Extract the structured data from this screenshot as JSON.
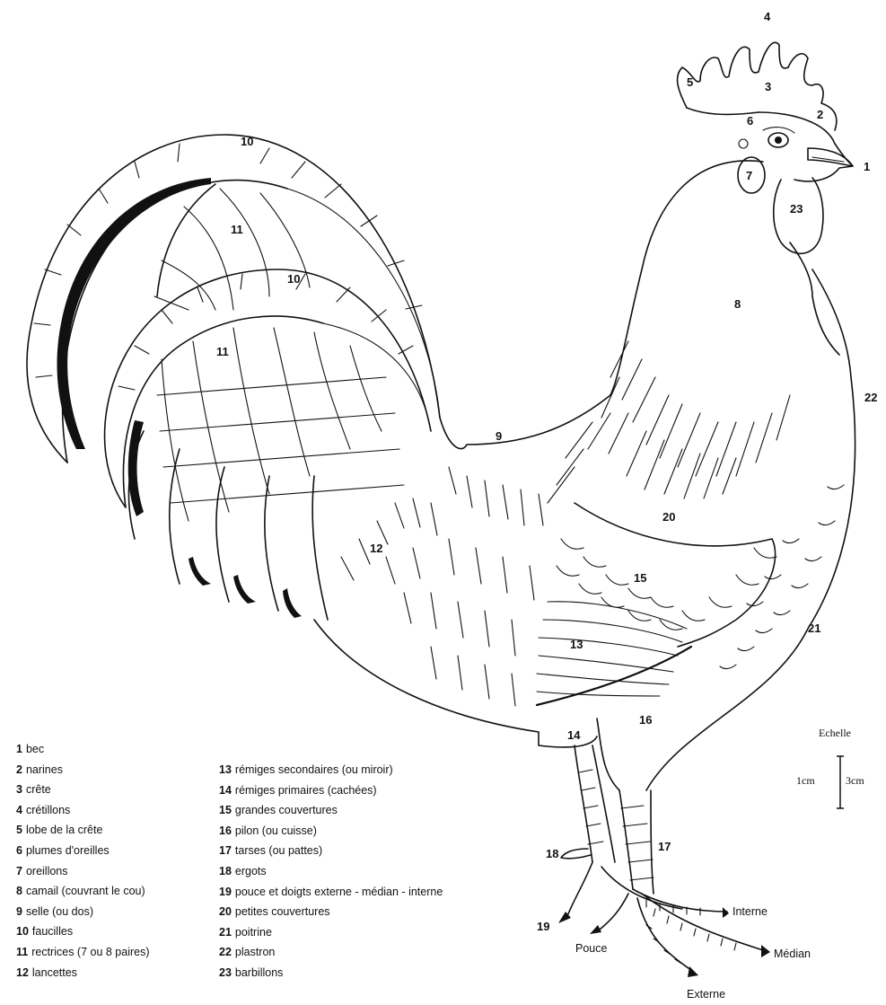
{
  "legend_left": [
    {
      "n": "1",
      "t": "bec"
    },
    {
      "n": "2",
      "t": "narines"
    },
    {
      "n": "3",
      "t": "crête"
    },
    {
      "n": "4",
      "t": "crétillons"
    },
    {
      "n": "5",
      "t": "lobe de la crête"
    },
    {
      "n": "6",
      "t": "plumes d'oreilles"
    },
    {
      "n": "7",
      "t": "oreillons"
    },
    {
      "n": "8",
      "t": "camail (couvrant le cou)"
    },
    {
      "n": "9",
      "t": "selle (ou dos)"
    },
    {
      "n": "10",
      "t": "faucilles"
    },
    {
      "n": "11",
      "t": "rectrices (7 ou 8 paires)"
    },
    {
      "n": "12",
      "t": "lancettes"
    }
  ],
  "legend_right": [
    {
      "n": "13",
      "t": "rémiges secondaires (ou miroir)"
    },
    {
      "n": "14",
      "t": "rémiges primaires (cachées)"
    },
    {
      "n": "15",
      "t": "grandes couvertures"
    },
    {
      "n": "16",
      "t": "pilon (ou cuisse)"
    },
    {
      "n": "17",
      "t": "tarses (ou pattes)"
    },
    {
      "n": "18",
      "t": "ergots"
    },
    {
      "n": "19",
      "t": "pouce et doigts externe - médian - interne"
    },
    {
      "n": "20",
      "t": "petites couvertures"
    },
    {
      "n": "21",
      "t": "poitrine"
    },
    {
      "n": "22",
      "t": "plastron"
    },
    {
      "n": "23",
      "t": "barbillons"
    }
  ],
  "callouts": {
    "c1": "1",
    "c2": "2",
    "c3": "3",
    "c4": "4",
    "c5": "5",
    "c6": "6",
    "c7": "7",
    "c8": "8",
    "c9": "9",
    "c10a": "10",
    "c10b": "10",
    "c11a": "11",
    "c11b": "11",
    "c12": "12",
    "c13": "13",
    "c14": "14",
    "c15": "15",
    "c16": "16",
    "c17": "17",
    "c18": "18",
    "c19": "19",
    "c20": "20",
    "c21": "21",
    "c22": "22",
    "c23": "23"
  },
  "toe_labels": {
    "interne": "Interne",
    "median": "Médian",
    "externe": "Externe",
    "pouce": "Pouce"
  },
  "scale": {
    "title": "Echelle",
    "left": "1cm",
    "right": "3cm"
  }
}
